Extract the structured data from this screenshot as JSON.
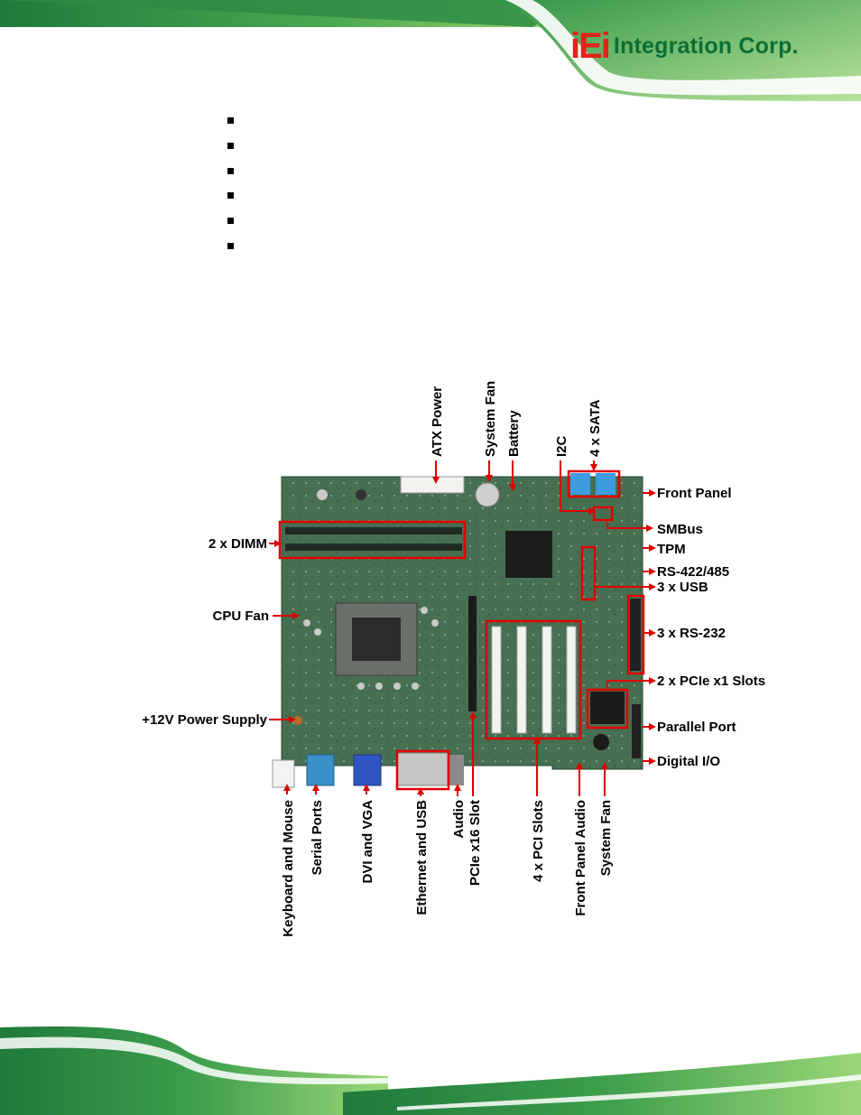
{
  "header": {
    "logo_mark": "iEi",
    "logo_text": "Integration Corp."
  },
  "bullets_count": 6,
  "figure": {
    "top_labels": [
      "ATX Power",
      "System Fan",
      "Battery",
      "I2C",
      "4 x SATA"
    ],
    "right_labels": [
      "Front Panel",
      "SMBus",
      "TPM",
      "RS-422/485",
      "3 x USB",
      "3 x RS-232",
      "2 x PCIe x1 Slots",
      "Parallel Port",
      "Digital I/O"
    ],
    "left_labels": [
      "2 x DIMM",
      "CPU Fan",
      "+12V Power Supply"
    ],
    "bottom_labels": [
      "Keyboard and Mouse",
      "Serial Ports",
      "DVI and VGA",
      "Ethernet and USB",
      "Audio",
      "PCIe x16 Slot",
      "4 x PCI Slots",
      "Front Panel Audio",
      "System Fan"
    ]
  },
  "colors": {
    "accent_red": "#e00000",
    "board_green": "#3f6b4b",
    "brand_green": "#0d6e35",
    "brand_red": "#e2231a"
  }
}
